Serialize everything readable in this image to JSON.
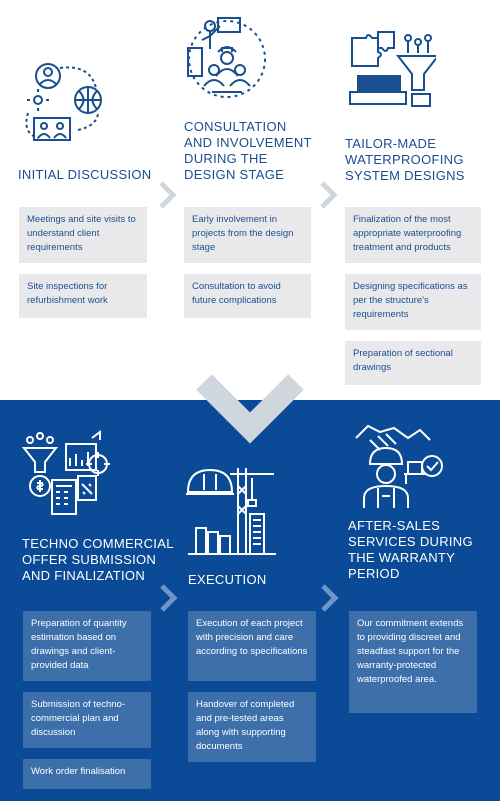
{
  "colors": {
    "navy": "#0b4a96",
    "text_blue": "#1a4f8f",
    "box_light": "#e9e9ec",
    "box_dark": "#3d6fab",
    "chevron_light": "#d0d6de"
  },
  "stages_top": [
    {
      "title_lines": [
        "INITIAL DISCUSSION"
      ],
      "items": [
        "Meetings and site visits to understand client requirements",
        "Site inspections for refurbishment work"
      ]
    },
    {
      "title_lines": [
        "CONSULTATION",
        "AND INVOLVEMENT",
        "DURING THE",
        "DESIGN STAGE"
      ],
      "items": [
        "Early involvement in projects from the design stage",
        "Consultation to avoid future complications"
      ]
    },
    {
      "title_lines": [
        "TAILOR-MADE",
        "WATERPROOFING",
        "SYSTEM DESIGNS"
      ],
      "items": [
        "Finalization of the most appropriate waterproofing treatment and products",
        "Designing specifications as per the structure's requirements",
        "Preparation of sectional drawings"
      ]
    }
  ],
  "stages_bottom": [
    {
      "title_lines": [
        "TECHNO COMMERCIAL",
        "OFFER SUBMISSION",
        "AND FINALIZATION"
      ],
      "items": [
        "Preparation of quantity estimation based on drawings and client-provided data",
        "Submission of techno-commercial plan and discussion",
        "Work order finalisation"
      ]
    },
    {
      "title_lines": [
        "EXECUTION"
      ],
      "items": [
        "Execution of each project with precision and care according to specifications",
        "Handover of completed and pre-tested areas along with supporting documents"
      ]
    },
    {
      "title_lines": [
        "AFTER-SALES",
        "SERVICES DURING",
        "THE WARRANTY",
        "PERIOD"
      ],
      "items": [
        "Our commitment extends to providing discreet and steadfast support for the warranty-protected waterproofed area."
      ]
    }
  ],
  "icons": [
    "people-network-icon",
    "team-meeting-icon",
    "puzzle-funnel-icon",
    "funnel-finance-icon",
    "construction-icon",
    "handshake-worker-icon"
  ]
}
